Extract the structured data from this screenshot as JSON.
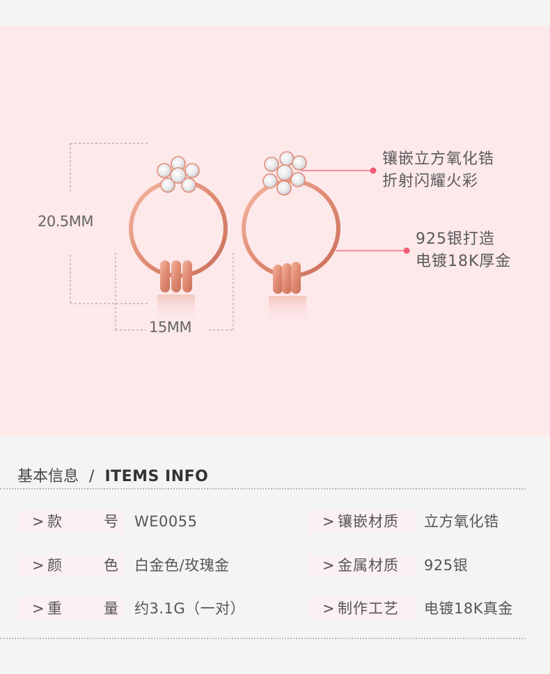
{
  "hero": {
    "height_label": "20.5MM",
    "width_label": "15MM",
    "callout_top": [
      "镶嵌立方氧化锆",
      "折射闪耀火彩"
    ],
    "callout_bottom": [
      "925银打造",
      "电镀18K厚金"
    ]
  },
  "colors": {
    "accent": "#ee5a73",
    "hero_bg": "#fde8ea",
    "rose_gold": "#e8937a"
  },
  "info": {
    "title_cn": "基本信息",
    "separator": "/",
    "title_en": "ITEMS INFO",
    "rows": [
      {
        "left_key": [
          "款",
          "号"
        ],
        "left_value": "WE0055",
        "right_key": "镶嵌材质",
        "right_value": "立方氧化锆"
      },
      {
        "left_key": [
          "颜",
          "色"
        ],
        "left_value": "白金色/玫瑰金",
        "right_key": "金属材质",
        "right_value": "925银"
      },
      {
        "left_key": [
          "重",
          "量"
        ],
        "left_value": "约3.1G（一对）",
        "right_key": "制作工艺",
        "right_value": "电镀18K真金"
      }
    ],
    "arrow": ">"
  }
}
